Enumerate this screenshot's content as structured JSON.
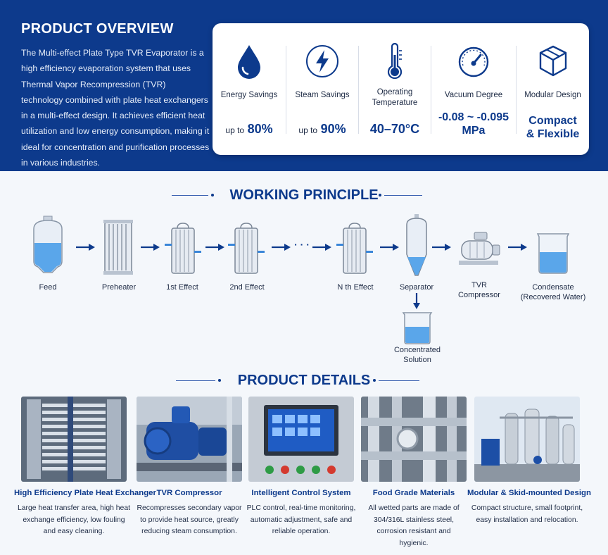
{
  "overview": {
    "title": "PRODUCT OVERVIEW",
    "description": "The Multi-effect Plate Type TVR Evaporator is a high efficiency evaporation system that uses Thermal Vapor Recompression (TVR) technology combined with plate heat exchangers in a multi-effect design. It achieves efficient heat utilization and low energy consumption, making it ideal for concentration and purification processes in various industries."
  },
  "stats": [
    {
      "icon": "water-drop-icon",
      "label": "Energy Savings",
      "value_prefix": "up to",
      "value": "80%"
    },
    {
      "icon": "lightning-icon",
      "label": "Steam Savings",
      "value_prefix": "up to",
      "value": "90%"
    },
    {
      "icon": "thermometer-icon",
      "label": "Operating Temperature",
      "value": "40–70°C"
    },
    {
      "icon": "gauge-icon",
      "label": "Vacuum Degree",
      "value": "-0.08 ~ -0.095 MPa"
    },
    {
      "icon": "cube-icon",
      "label": "Modular Design",
      "value": "Compact & Flexible"
    }
  ],
  "working_principle": {
    "title": "WORKING PRINCIPLE",
    "ellipsis": "· · ·",
    "steps": {
      "feed": "Feed",
      "preheater": "Preheater",
      "effect1": "1st Effect",
      "effect2": "2nd Effect",
      "effectn": "N th Effect",
      "separator": "Separator",
      "tvr_line1": "TVR",
      "tvr_line2": "Compressor",
      "condensate_line1": "Condensate",
      "condensate_line2": "(Recovered Water)",
      "concentrated_line1": "Concentrated",
      "concentrated_line2": "Solution"
    }
  },
  "product_details": {
    "title": "PRODUCT DETAILS",
    "items": [
      {
        "title": "High Efficiency Plate Heat Exchanger",
        "desc": [
          "Large heat transfer area, high heat",
          "exchange efficiency, low fouling",
          "and easy cleaning."
        ]
      },
      {
        "title": "TVR Compressor",
        "desc": [
          "Recompresses secondary vapor",
          "to provide heat source, greatly",
          "reducing steam consumption."
        ]
      },
      {
        "title": "Intelligent Control System",
        "desc": [
          "PLC control, real-time monitoring,",
          "automatic adjustment, safe and",
          "reliable operation."
        ]
      },
      {
        "title": "Food Grade Materials",
        "desc": [
          "All wetted parts are made of",
          "304/316L stainless steel,",
          "corrosion resistant and",
          "hygienic."
        ]
      },
      {
        "title": "Modular & Skid-mounted Design",
        "desc": [
          "Compact structure, small footprint,",
          "easy installation and relocation."
        ]
      }
    ]
  },
  "colors": {
    "primary": "#0d3a8c",
    "accent": "#3a86d8",
    "background": "#f4f7fb"
  }
}
